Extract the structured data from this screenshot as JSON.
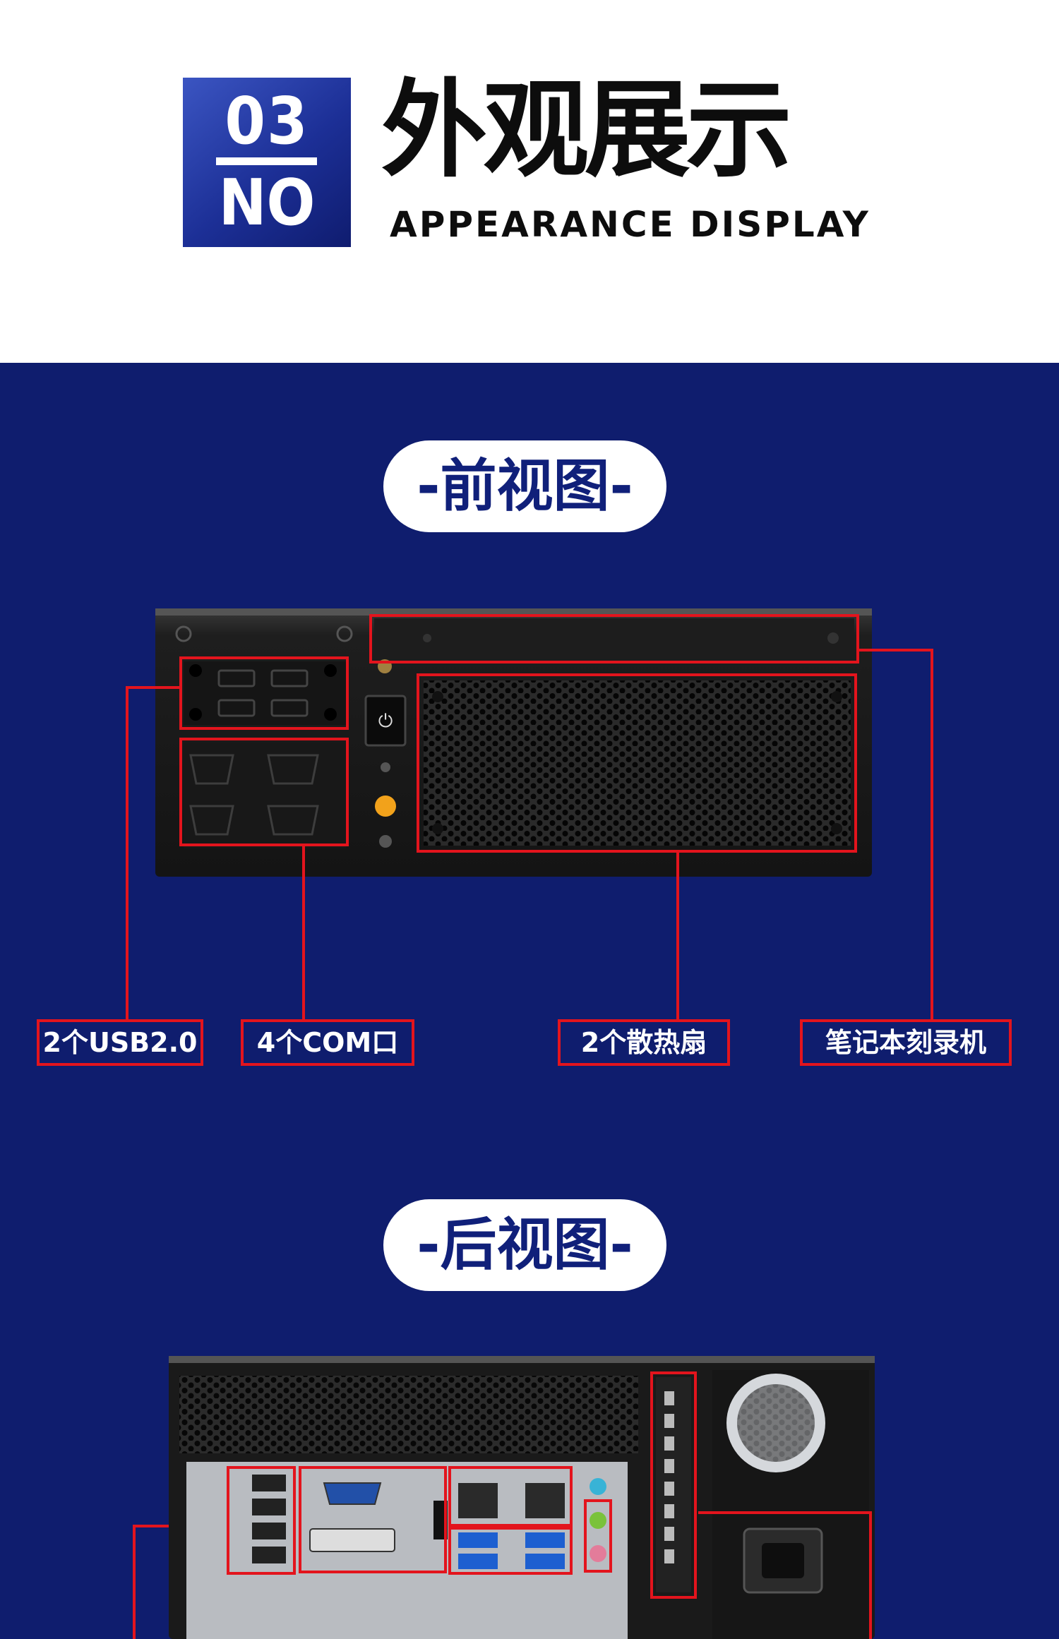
{
  "header": {
    "badge_number": "03",
    "badge_prefix": "NO",
    "title_cn": "外观展示",
    "title_en": "APPEARANCE DISPLAY"
  },
  "front_view": {
    "heading": "-前视图-",
    "labels": {
      "usb": "2个USB2.0",
      "com": "4个COM口",
      "fan": "2个散热扇",
      "dvd": "笔记本刻录机"
    }
  },
  "rear_view": {
    "heading": "-后视图-"
  },
  "colors": {
    "background_blue": "#0f1d6e",
    "badge_blue": "#1c2f96",
    "highlight_red": "#e3141d",
    "pill_text": "#10207a",
    "device_black": "#1a1a1a"
  }
}
